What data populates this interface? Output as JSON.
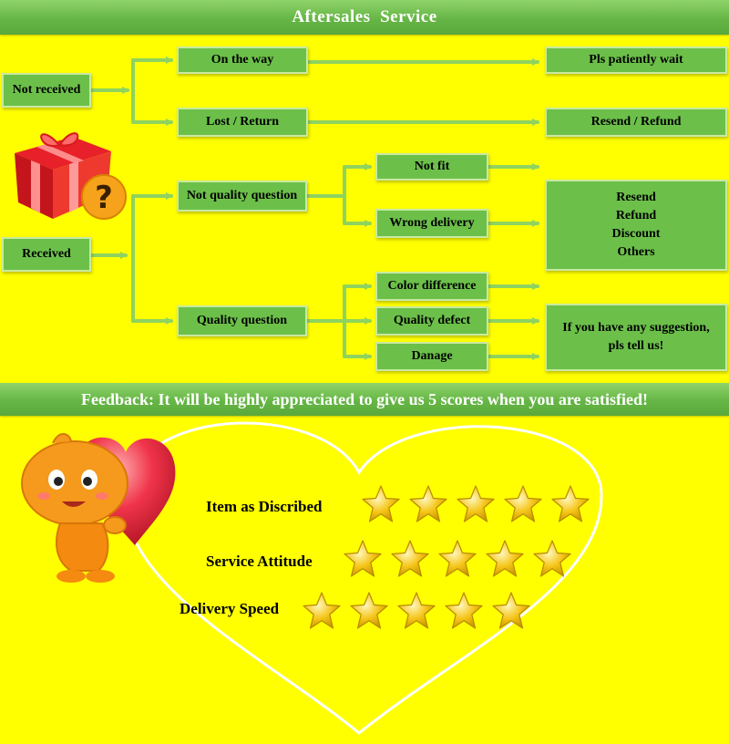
{
  "header": {
    "title": "Aftersales  Service"
  },
  "flow": {
    "not_received": "Not received",
    "received": "Received",
    "on_the_way": "On the way",
    "lost_return": "Lost / Return",
    "pls_wait": "Pls patiently wait",
    "resend_refund": "Resend / Refund",
    "not_quality": "Not quality question",
    "quality": "Quality question",
    "not_fit": "Not fit",
    "wrong_delivery": "Wrong delivery",
    "color_difference": "Color difference",
    "quality_defect": "Quality defect",
    "danage": "Danage",
    "options": [
      "Resend",
      "Refund",
      "Discount",
      "Others"
    ],
    "suggestion_line1": "If you have any suggestion,",
    "suggestion_line2": "pls tell us!"
  },
  "feedback": {
    "banner": "Feedback: It will be highly appreciated to give us 5 scores when you are satisfied!",
    "ratings": [
      {
        "label": "Item as Discribed",
        "stars": 5
      },
      {
        "label": "Service Attitude",
        "stars": 5
      },
      {
        "label": "Delivery Speed",
        "stars": 5
      }
    ]
  },
  "colors": {
    "background": "#ffff00",
    "box_green": "#6cc04a",
    "arrow_green": "#8fd35f",
    "banner_green": "#66b646",
    "star_gold": "#f5c518"
  },
  "icons": [
    "gift-box-icon",
    "question-mark-icon",
    "mascot-icon",
    "heart-icon",
    "star-icon"
  ]
}
